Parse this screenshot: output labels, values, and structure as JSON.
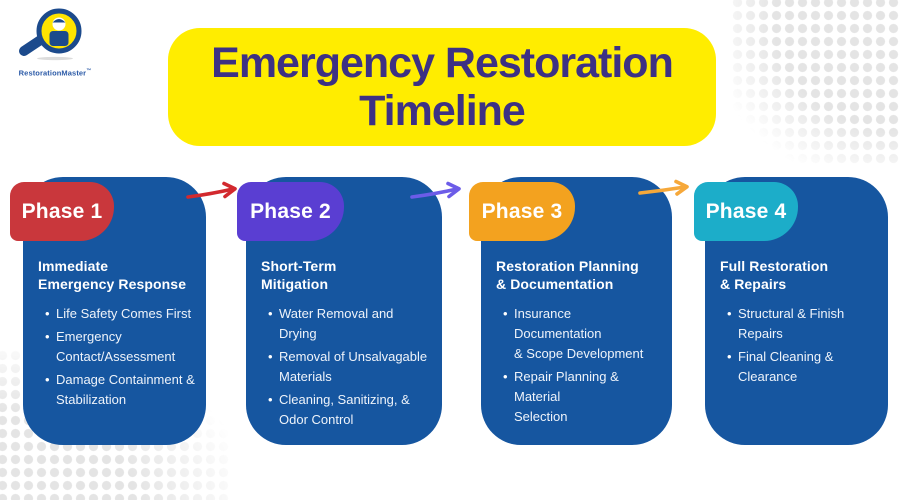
{
  "brand": {
    "name": "RestorationMaster",
    "tm": "™",
    "logo_navy": "#1c4a8c",
    "logo_yellow": "#ffe400"
  },
  "title": {
    "line1": "Emergency Restoration",
    "line2": "Timeline",
    "text_color": "#3d3184",
    "banner_color": "#ffed00"
  },
  "card_color": "#1656a0",
  "phases": [
    {
      "badge": "Phase 1",
      "badge_color": "#c9373c",
      "arrow_color": "#d2292e",
      "heading": "Immediate\nEmergency Response",
      "bullets": [
        "Life Safety Comes First",
        "Emergency\nContact/Assessment",
        "Damage Containment &\nStabilization"
      ]
    },
    {
      "badge": "Phase 2",
      "badge_color": "#5a3ed2",
      "arrow_color": "#6c5ce8",
      "heading": "Short-Term\nMitigation",
      "bullets": [
        "Water Removal and\nDrying",
        "Removal of Unsalvagable\nMaterials",
        "Cleaning, Sanitizing, &\nOdor Control"
      ]
    },
    {
      "badge": "Phase 3",
      "badge_color": "#f3a21f",
      "arrow_color": "#f6a83a",
      "heading": "Restoration Planning\n& Documentation",
      "bullets": [
        "Insurance Documentation\n& Scope Development",
        "Repair Planning & Material\nSelection"
      ]
    },
    {
      "badge": "Phase 4",
      "badge_color": "#1cadc9",
      "arrow_color": "",
      "heading": "Full Restoration\n& Repairs",
      "bullets": [
        "Structural & Finish Repairs",
        "Final Cleaning &\nClearance"
      ]
    }
  ]
}
